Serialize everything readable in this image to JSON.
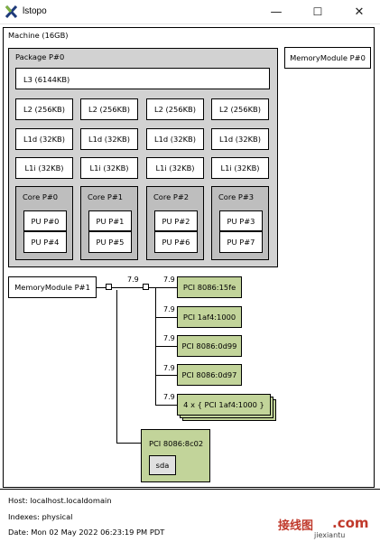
{
  "window": {
    "title": "lstopo",
    "minimize": "—",
    "maximize": "☐",
    "close": "✕"
  },
  "machine": {
    "label": "Machine (16GB)"
  },
  "memory_modules": [
    "MemoryModule P#0",
    "MemoryModule P#1"
  ],
  "package": {
    "label": "Package P#0",
    "l3": "L3 (6144KB)",
    "l2": [
      "L2 (256KB)",
      "L2 (256KB)",
      "L2 (256KB)",
      "L2 (256KB)"
    ],
    "l1d": [
      "L1d (32KB)",
      "L1d (32KB)",
      "L1d (32KB)",
      "L1d (32KB)"
    ],
    "l1i": [
      "L1i (32KB)",
      "L1i (32KB)",
      "L1i (32KB)",
      "L1i (32KB)"
    ],
    "cores": [
      {
        "label": "Core P#0",
        "pus": [
          "PU P#0",
          "PU P#4"
        ]
      },
      {
        "label": "Core P#1",
        "pus": [
          "PU P#1",
          "PU P#5"
        ]
      },
      {
        "label": "Core P#2",
        "pus": [
          "PU P#2",
          "PU P#6"
        ]
      },
      {
        "label": "Core P#3",
        "pus": [
          "PU P#3",
          "PU P#7"
        ]
      }
    ]
  },
  "io": {
    "link_speeds": [
      "7.9",
      "7.9",
      "7.9",
      "7.9",
      "7.9",
      "7.9"
    ],
    "pci_devices": [
      "PCI 8086:15fe",
      "PCI 1af4:1000",
      "PCI 8086:0d99",
      "PCI 8086:0d97",
      "4 x { PCI 1af4:1000 }"
    ],
    "storage_controller": {
      "label": "PCI 8086:8c02",
      "disk": "sda"
    }
  },
  "footer": {
    "host": "Host: localhost.localdomain",
    "indexes": "Indexes: physical",
    "date": "Date: Mon 02 May 2022 06:23:19 PM PDT"
  },
  "watermark": {
    "text": "接线图",
    "domain": ".com",
    "sub": "jiexiantu"
  },
  "colors": {
    "package": "#d2d2d2",
    "core": "#bebebe",
    "pci": "#c2d49a",
    "watermark": "#c0392b"
  }
}
